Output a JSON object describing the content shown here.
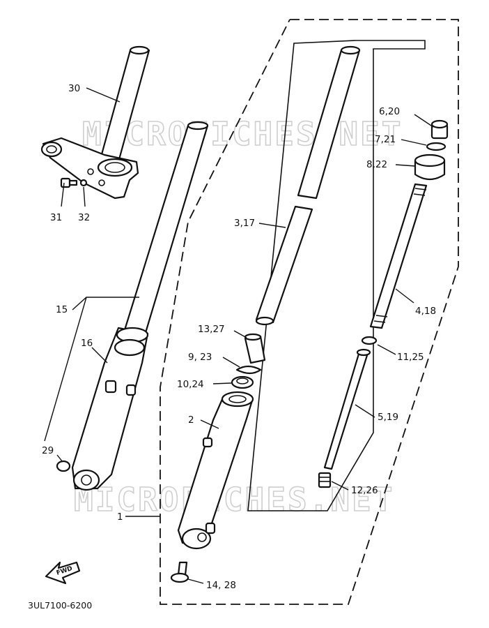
{
  "watermark": "MICROFICHES.NET",
  "diagram_code": "3UL7100-6200",
  "direction_arrow_text": "FWD",
  "callouts": {
    "c30": "30",
    "c31": "31",
    "c32": "32",
    "c15": "15",
    "c16": "16",
    "c29": "29",
    "c1": "1",
    "c2": "2",
    "c3_17": "3,17",
    "c13_27": "13,27",
    "c9_23": "9, 23",
    "c10_24": "10,24",
    "c14_28": "14, 28",
    "c6_20": "6,20",
    "c7_21": "7,21",
    "c8_22": "8,22",
    "c4_18": "4,18",
    "c11_25": "11,25",
    "c5_19": "5,19",
    "c12_26": "12,26"
  }
}
